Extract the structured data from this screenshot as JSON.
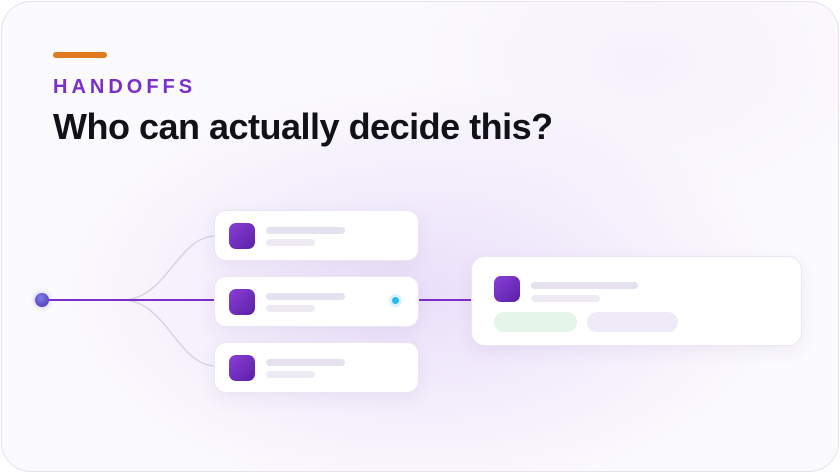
{
  "header": {
    "eyebrow": "HANDOFFS",
    "title": "Who can actually decide this?"
  },
  "colors": {
    "accent_bar": "#e07a1f",
    "eyebrow": "#7b2fc9",
    "connector_active": "#7b2fc9",
    "connector_inactive": "#d9d2e6",
    "chip": "#6a2bb8",
    "status_dot": "#2bb8f0",
    "pill_green": "#e6f5ea",
    "pill_lavender": "#efeaf8"
  },
  "diagram": {
    "source_node_icon": "purple-dot",
    "options": [
      {
        "name": "option-card-1",
        "active": false,
        "icon": "avatar-chip"
      },
      {
        "name": "option-card-2",
        "active": true,
        "icon": "avatar-chip"
      },
      {
        "name": "option-card-3",
        "active": false,
        "icon": "avatar-chip"
      }
    ],
    "destination": {
      "icon": "avatar-chip",
      "tags": [
        "green-pill",
        "lavender-pill"
      ]
    }
  }
}
